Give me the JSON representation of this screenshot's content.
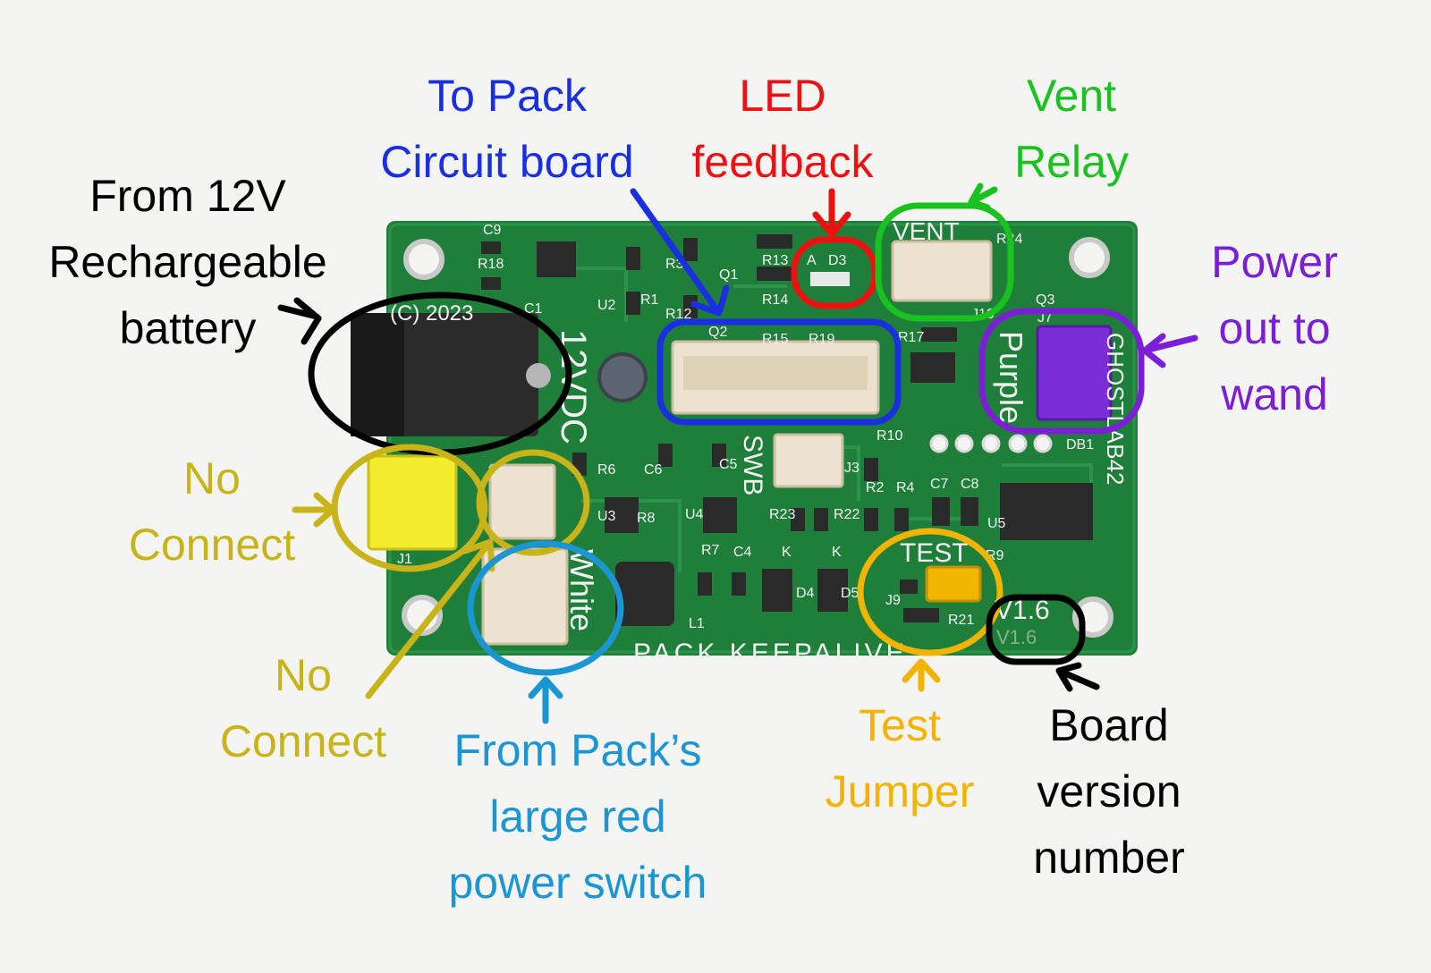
{
  "colors": {
    "black": "#000000",
    "blue": "#1a2fe0",
    "red": "#ee1111",
    "green": "#19c21e",
    "purple": "#7a1fd6",
    "olive": "#c8b418",
    "orange": "#f2b400",
    "cyan": "#1c96d3",
    "pcb": "#1f7f3a"
  },
  "labels": {
    "battery": [
      "From 12V",
      "Rechargeable",
      "battery"
    ],
    "pack_board": [
      "To Pack",
      "Circuit board"
    ],
    "led": [
      "LED",
      "feedback"
    ],
    "vent": [
      "Vent",
      "Relay"
    ],
    "wand": [
      "Power",
      "out to",
      "wand"
    ],
    "no_connect_1": [
      "No",
      "Connect"
    ],
    "no_connect_2": [
      "No",
      "Connect"
    ],
    "power_switch": [
      "From Pack’s",
      "large red",
      "power switch"
    ],
    "test_jumper": [
      "Test",
      "Jumper"
    ],
    "board_version": [
      "Board",
      "version",
      "number"
    ]
  },
  "board": {
    "copyright": "(C) 2023",
    "jack_label": "12VDC",
    "vent_label": "VENT",
    "purple_label": "Purple",
    "white_label": "White",
    "swb_label": "SWB",
    "test_label": "TEST",
    "version": "V1.6",
    "version_ghost": "V1.6",
    "name": "PACK KEEPALIVE",
    "brand": "GHOSTLAB42",
    "refs": [
      "C9",
      "R18",
      "U2",
      "C1",
      "R3",
      "R1",
      "R12",
      "Q1",
      "Q2",
      "R13",
      "R14",
      "R15",
      "R19",
      "D3",
      "A",
      "R24",
      "Q3",
      "J10",
      "J7",
      "R17",
      "U4",
      "C5",
      "J3",
      "R10",
      "R2",
      "R4",
      "C7",
      "C8",
      "DB1",
      "U5",
      "R23",
      "R22",
      "R9",
      "J9",
      "R21",
      "D4",
      "D5",
      "L1",
      "J1",
      "R6",
      "C6",
      "U3",
      "R8",
      "C4",
      "R7",
      "K",
      "K"
    ]
  }
}
